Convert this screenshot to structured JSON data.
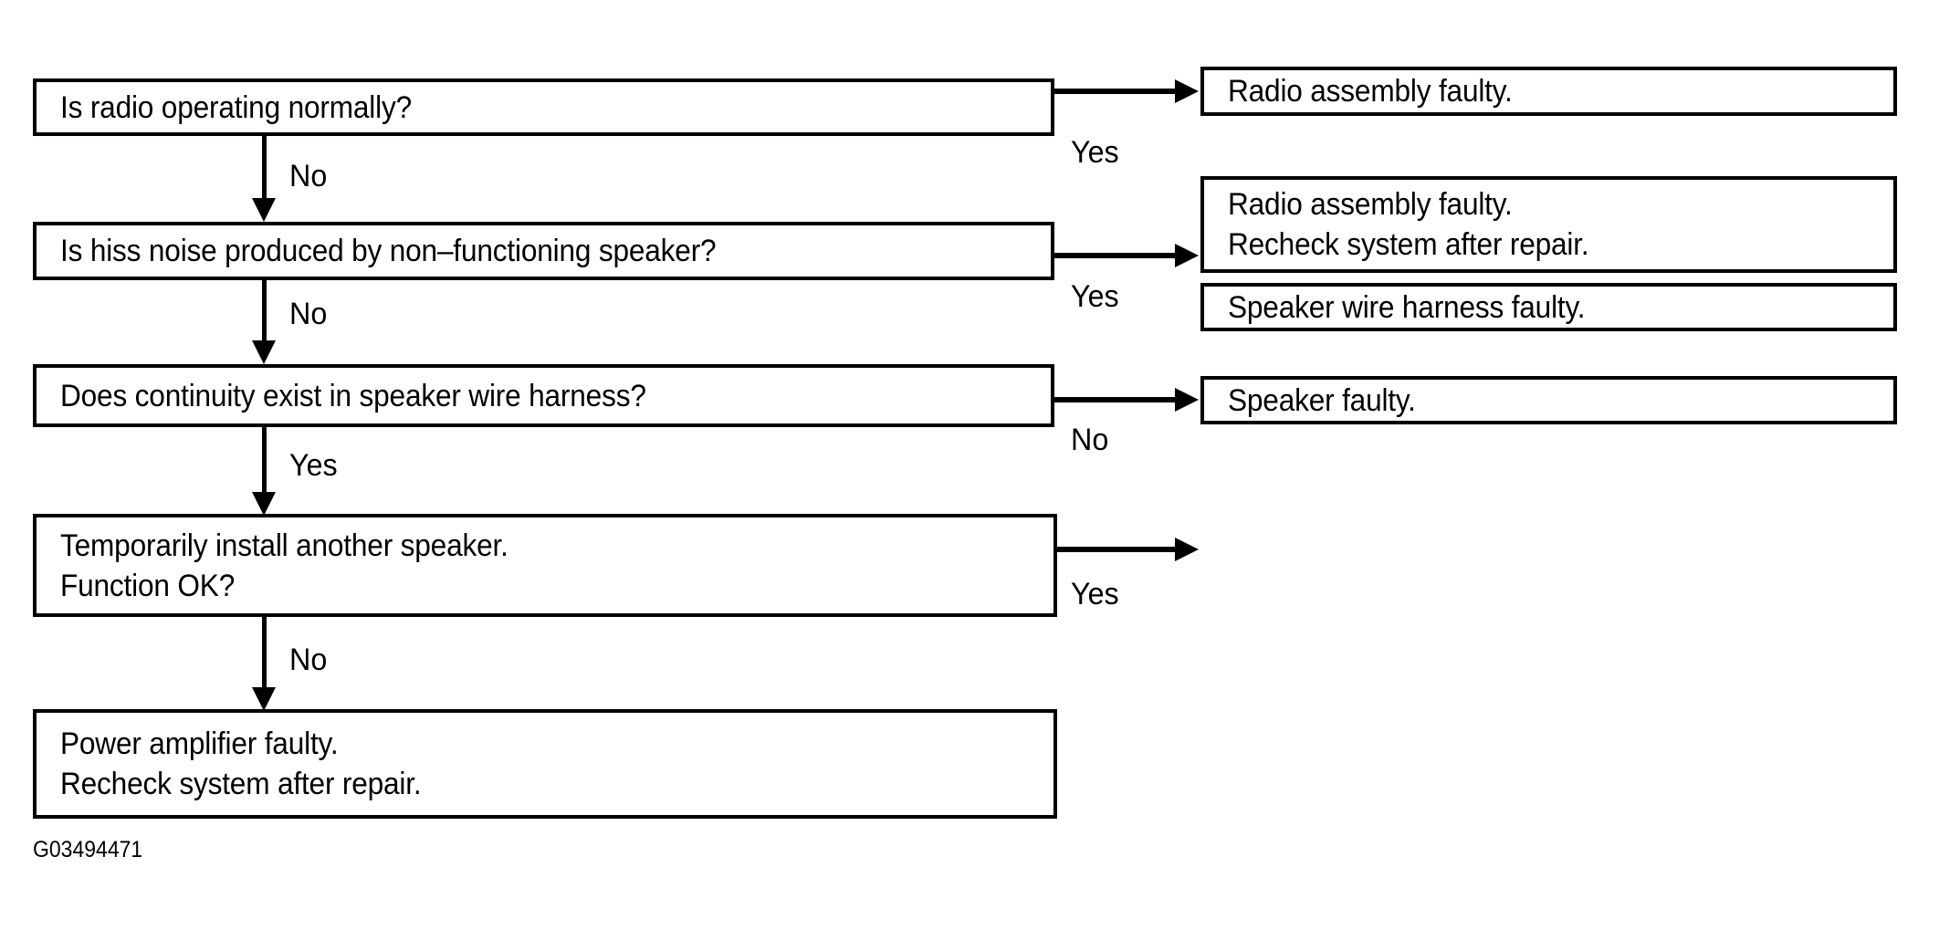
{
  "diagram": {
    "figure_id": "G03494471",
    "colors": {
      "ink": "#000000",
      "background": "#ffffff"
    },
    "decision_nodes": [
      {
        "id": "q1",
        "lines": [
          "Is radio operating normally?"
        ]
      },
      {
        "id": "q2",
        "lines": [
          "Is hiss noise produced by non–functioning speaker?"
        ]
      },
      {
        "id": "q3",
        "lines": [
          "Does continuity exist in speaker wire harness?"
        ]
      },
      {
        "id": "q4",
        "lines": [
          "Temporarily install another speaker.",
          "Function OK?"
        ]
      },
      {
        "id": "q5",
        "lines": [
          "Power amplifier faulty.",
          "Recheck system after repair."
        ]
      }
    ],
    "outcome_nodes": [
      {
        "id": "r1",
        "lines": [
          "Radio assembly faulty."
        ]
      },
      {
        "id": "r2",
        "lines": [
          "Radio assembly faulty.",
          "Recheck system after repair."
        ]
      },
      {
        "id": "r3",
        "lines": [
          "Speaker wire harness faulty."
        ]
      },
      {
        "id": "r4",
        "lines": [
          "Speaker faulty."
        ]
      }
    ],
    "branch_labels": {
      "q1_down": "No",
      "q1_right": "Yes",
      "q2_down": "No",
      "q2_right": "Yes",
      "q3_down": "Yes",
      "q3_right": "No",
      "q4_down": "No",
      "q4_right": "Yes"
    }
  }
}
